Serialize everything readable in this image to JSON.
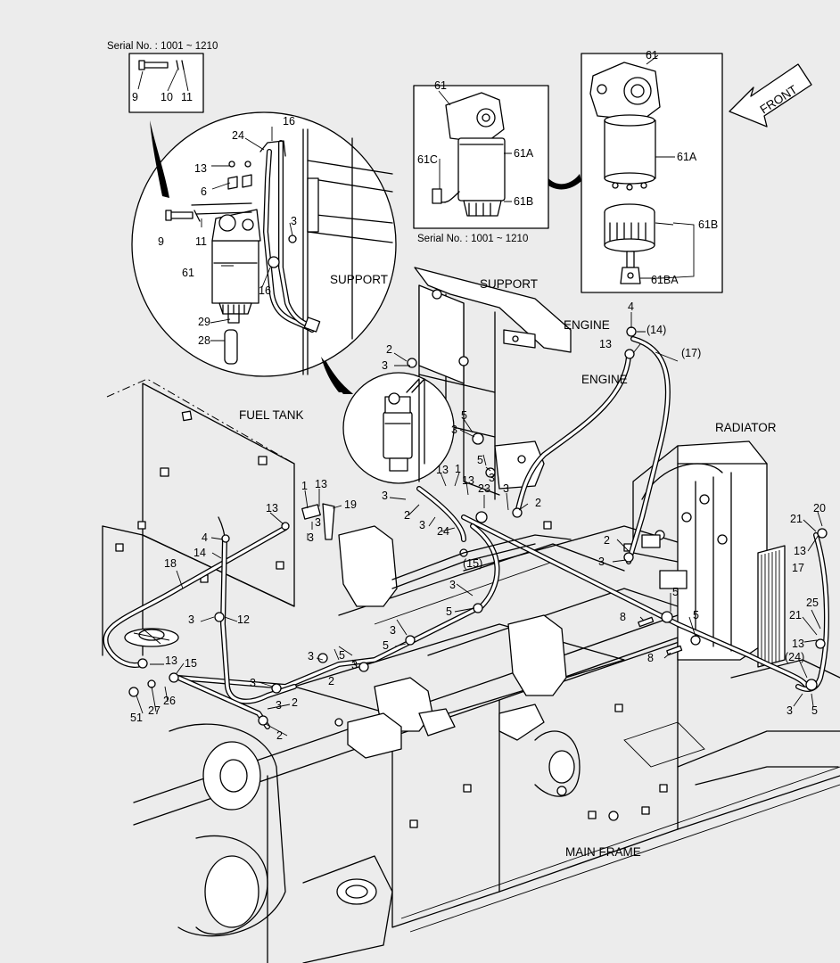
{
  "serial_labels": {
    "top_left": "Serial No. : 1001 ~ 1210",
    "middle": "Serial No. : 1001 ~ 1210"
  },
  "area_names": {
    "support_circle": "SUPPORT",
    "support_frame": "SUPPORT",
    "engine_1": "ENGINE",
    "engine_2": "ENGINE",
    "fuel_tank": "FUEL TANK",
    "radiator": "RADIATOR",
    "main_frame": "MAIN FRAME",
    "front": "FRONT"
  },
  "part_numbers": {
    "box_9": "9",
    "box_10": "10",
    "box_11": "11",
    "c_16": "16",
    "c_24": "24",
    "c_13": "13",
    "c_6": "6",
    "c_9": "9",
    "c_11": "11",
    "c_3": "3",
    "c_61": "61",
    "c_16b": "16",
    "c_29": "29",
    "c_28": "28",
    "m_61": "61",
    "m_61A": "61A",
    "m_61C": "61C",
    "m_61B": "61B",
    "r_61": "61",
    "r_61A": "61A",
    "r_61B": "61B",
    "r_61BA": "61BA",
    "e_4": "4",
    "e_14": "(14)",
    "e_13": "13",
    "e_17": "(17)",
    "s_2": "2",
    "s_3": "3",
    "s_5": "5",
    "s_3b": "3",
    "s_5b": "5",
    "s_3c": "3",
    "f_1": "1",
    "f_13": "13",
    "f_19": "19",
    "f_3": "3",
    "f_3b": "3",
    "g_13": "13",
    "g_1": "1",
    "g_13b": "13",
    "g_23": "23",
    "g_3": "3",
    "g_2": "2",
    "g_3b": "3",
    "g_2b": "2",
    "g_3c": "3",
    "g_24": "24",
    "g_15": "(15)",
    "t_13": "13",
    "t_4": "4",
    "t_14": "14",
    "t_18": "18",
    "t_3": "3",
    "t_12": "12",
    "b_13": "13",
    "b_15": "15",
    "b_51": "51",
    "b_27": "27",
    "b_26": "26",
    "h_3": "3",
    "h_5": "5",
    "h_3b": "3",
    "h_5b": "5",
    "h_3c": "3",
    "h_3d": "3",
    "h_2": "2",
    "h_3e": "3",
    "h_2b": "2",
    "h_3f": "3",
    "h_5c": "5",
    "h_2c": "2",
    "k_2": "2",
    "k_3": "3",
    "k_5": "5",
    "k_8": "8",
    "k_5b": "5",
    "k_8b": "8",
    "r2_21": "21",
    "r2_20": "20",
    "r2_13": "13",
    "r2_17": "17",
    "r2_25": "25",
    "r2_21b": "21",
    "r2_13b": "13",
    "r2_24": "(24)",
    "r2_3": "3",
    "r2_5": "5"
  }
}
